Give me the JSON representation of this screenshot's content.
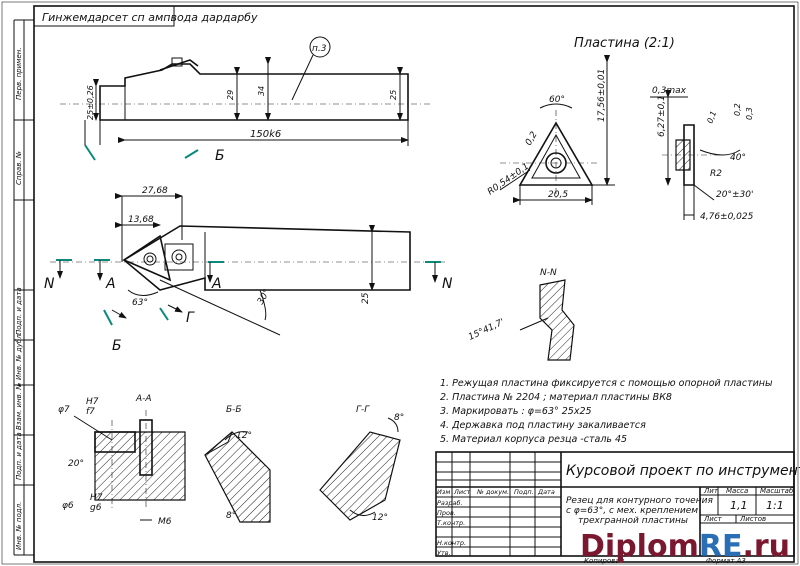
{
  "stamp_top": "Гинжемдарсет сп ампвода дардарбу",
  "left_strip": [
    "Перв. примен.",
    "Справ. №",
    "Подп. и дата",
    "Инв. № дубл.",
    "Взам. инв. №",
    "Подп. и дата",
    "Инв. № подл."
  ],
  "top_view": {
    "callout": "п.3",
    "dims": [
      "25±0,26",
      "29",
      "34",
      "25",
      "150k6"
    ],
    "section_mark": "Б"
  },
  "front_view": {
    "dims": [
      "27,68",
      "13,68",
      "63°",
      "30°",
      "25"
    ],
    "marks": [
      "N",
      "A",
      "A",
      "N",
      "Б",
      "Г"
    ]
  },
  "insert": {
    "title": "Пластина (2:1)",
    "dims": [
      "60°",
      "0,2",
      "R0,54±0,1",
      "20,5",
      "17,56±0,01",
      "0,3max",
      "6,27±0,1",
      "0,2",
      "0,3",
      "0,1",
      "40°",
      "R2",
      "20°±30'",
      "4,76±0,025"
    ]
  },
  "section_nn": {
    "label": "N-N",
    "dim": "15°41,7'"
  },
  "section_aa": {
    "label": "A-A",
    "dims": [
      "φ7",
      "H7",
      "f7",
      "20°",
      "φ6",
      "H7",
      "g6",
      "M6"
    ]
  },
  "section_bb": {
    "label": "Б-Б",
    "dims": [
      "12°",
      "8°"
    ]
  },
  "section_gg": {
    "label": "Г-Г",
    "dims": [
      "8°",
      "12°"
    ]
  },
  "notes": [
    "1. Режущая пластина фиксируется с помощью опорной пластины",
    "2. Пластина № 2204 ; материал пластины ВК8",
    "3. Маркировать : φ=63° 25х25",
    "4. Державка под пластину закаливается",
    "5. Материал корпуса резца -сталь 45"
  ],
  "title_block": {
    "project": "Курсовой проект по инструменту",
    "description": [
      "Резец для контурного точения",
      "с φ=63°, с мех. креплением",
      "трехгранной пластины"
    ],
    "col_labels": [
      "Изм",
      "Лист",
      "№ докум.",
      "Подп.",
      "Дата"
    ],
    "row_labels": [
      "Разраб.",
      "Пров.",
      "Т.контр.",
      "",
      "Н.контр.",
      "Утв."
    ],
    "lit": "Лит",
    "mass": "Масса",
    "scale": "Масштаб",
    "mass_value": "1,1",
    "scale_value": "1:1",
    "sheet": "Лист",
    "sheets": "Листов",
    "copied": "Копировал",
    "format": "Формат А3"
  },
  "watermark": {
    "part1": "Diplom",
    "part2": "RE",
    "part3": ".ru"
  }
}
